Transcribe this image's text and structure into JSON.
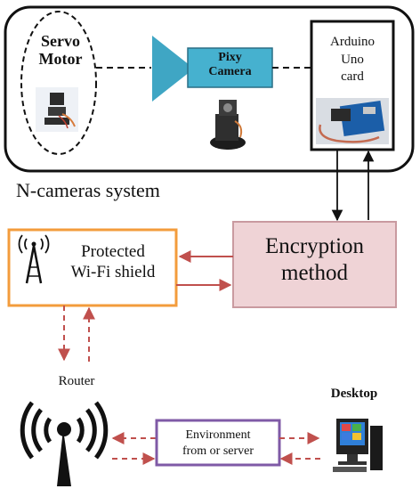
{
  "system": {
    "label": "N-cameras system",
    "servo": {
      "line1": "Servo",
      "line2": "Motor"
    },
    "camera": {
      "line1": "Pixy",
      "line2": "Camera"
    },
    "arduino": {
      "line1": "Arduino",
      "line2": "Uno",
      "line3": "card"
    }
  },
  "encryption": {
    "line1": "Encryption",
    "line2": "method"
  },
  "wifi": {
    "line1": "Protected",
    "line2": "Wi-Fi shield"
  },
  "router": {
    "label": "Router"
  },
  "environment": {
    "line1": "Environment",
    "line2": "from  or server"
  },
  "desktop": {
    "label": "Desktop"
  },
  "colors": {
    "encryption_fill": "#efd3d6",
    "encryption_border": "#c99aa0",
    "wifi_border": "#f39c3c",
    "dashed_arrow": "#c0504d",
    "environment_border": "#7f5aa6",
    "camera_blue": "#3fa6c4"
  }
}
